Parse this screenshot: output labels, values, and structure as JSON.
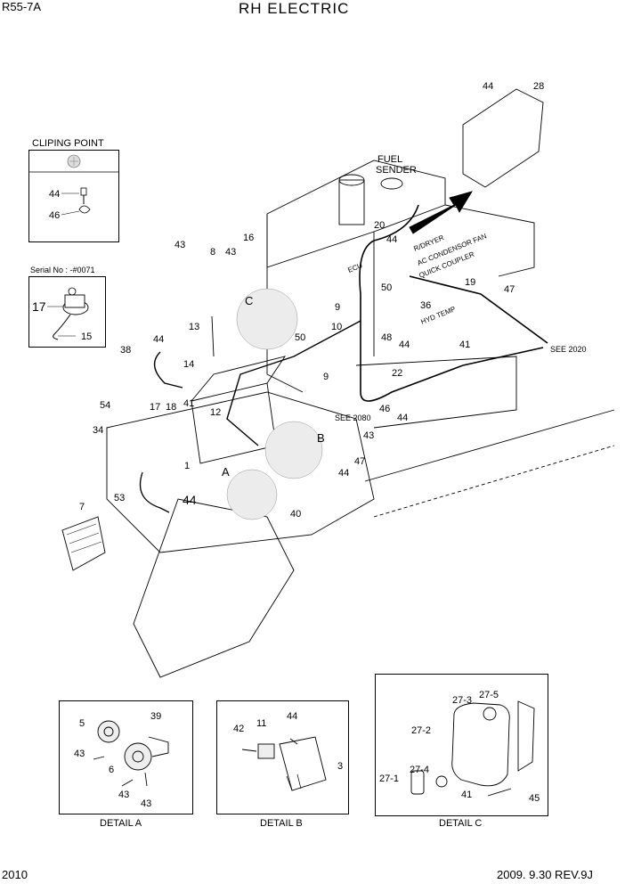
{
  "header": {
    "model": "R55-7A",
    "title": "RH ELECTRIC"
  },
  "footer": {
    "page_number": "2010",
    "revision": "2009. 9.30  REV.9J"
  },
  "clipping_box": {
    "title": "CLIPING POINT",
    "labels": [
      "44",
      "46"
    ]
  },
  "serial_box": {
    "serial": "Serial No : -#0071",
    "labels": [
      "17",
      "15"
    ]
  },
  "main_labels": {
    "fuel_sender": [
      "FUEL",
      "SENDER"
    ],
    "wires": [
      "R/DRYER",
      "AC CONDENSOR FAN",
      "QUICK COUPLER",
      "HYD TEMP",
      "ECU"
    ],
    "see_2020": "SEE 2020",
    "see_2080": "SEE 2080",
    "letters": [
      "A",
      "B",
      "C"
    ]
  },
  "part_numbers": [
    {
      "id": "p44a",
      "text": "44"
    },
    {
      "id": "p28",
      "text": "28"
    },
    {
      "id": "p20",
      "text": "20"
    },
    {
      "id": "p44b",
      "text": "44"
    },
    {
      "id": "p16",
      "text": "16"
    },
    {
      "id": "p43a",
      "text": "43"
    },
    {
      "id": "p8",
      "text": "8"
    },
    {
      "id": "p43b",
      "text": "43"
    },
    {
      "id": "p19",
      "text": "19"
    },
    {
      "id": "p47a",
      "text": "47"
    },
    {
      "id": "p50a",
      "text": "50"
    },
    {
      "id": "p36",
      "text": "36"
    },
    {
      "id": "p9a",
      "text": "9"
    },
    {
      "id": "p10",
      "text": "10"
    },
    {
      "id": "p13",
      "text": "13"
    },
    {
      "id": "p44c",
      "text": "44"
    },
    {
      "id": "p38",
      "text": "38"
    },
    {
      "id": "p14",
      "text": "14"
    },
    {
      "id": "p50b",
      "text": "50"
    },
    {
      "id": "p9b",
      "text": "9"
    },
    {
      "id": "p48",
      "text": "48"
    },
    {
      "id": "p44d",
      "text": "44"
    },
    {
      "id": "p41a",
      "text": "41"
    },
    {
      "id": "p22",
      "text": "22"
    },
    {
      "id": "p54",
      "text": "54"
    },
    {
      "id": "p17",
      "text": "17"
    },
    {
      "id": "p18",
      "text": "18"
    },
    {
      "id": "p41b",
      "text": "41"
    },
    {
      "id": "p12",
      "text": "12"
    },
    {
      "id": "p46",
      "text": "46"
    },
    {
      "id": "p44e",
      "text": "44"
    },
    {
      "id": "p34",
      "text": "34"
    },
    {
      "id": "p43c",
      "text": "43"
    },
    {
      "id": "p47b",
      "text": "47"
    },
    {
      "id": "p1",
      "text": "1"
    },
    {
      "id": "p44f",
      "text": "44"
    },
    {
      "id": "p53",
      "text": "53"
    },
    {
      "id": "p44g",
      "text": "44"
    },
    {
      "id": "p40",
      "text": "40"
    },
    {
      "id": "p7",
      "text": "7"
    }
  ],
  "detail_a": {
    "caption": "DETAIL A",
    "labels": [
      "5",
      "39",
      "43",
      "6",
      "43",
      "43"
    ]
  },
  "detail_b": {
    "caption": "DETAIL B",
    "labels": [
      "44",
      "42",
      "11",
      "3"
    ]
  },
  "detail_c": {
    "caption": "DETAIL C",
    "labels": [
      "27-3",
      "27-5",
      "27-2",
      "27-4",
      "27-1",
      "41",
      "45"
    ]
  }
}
